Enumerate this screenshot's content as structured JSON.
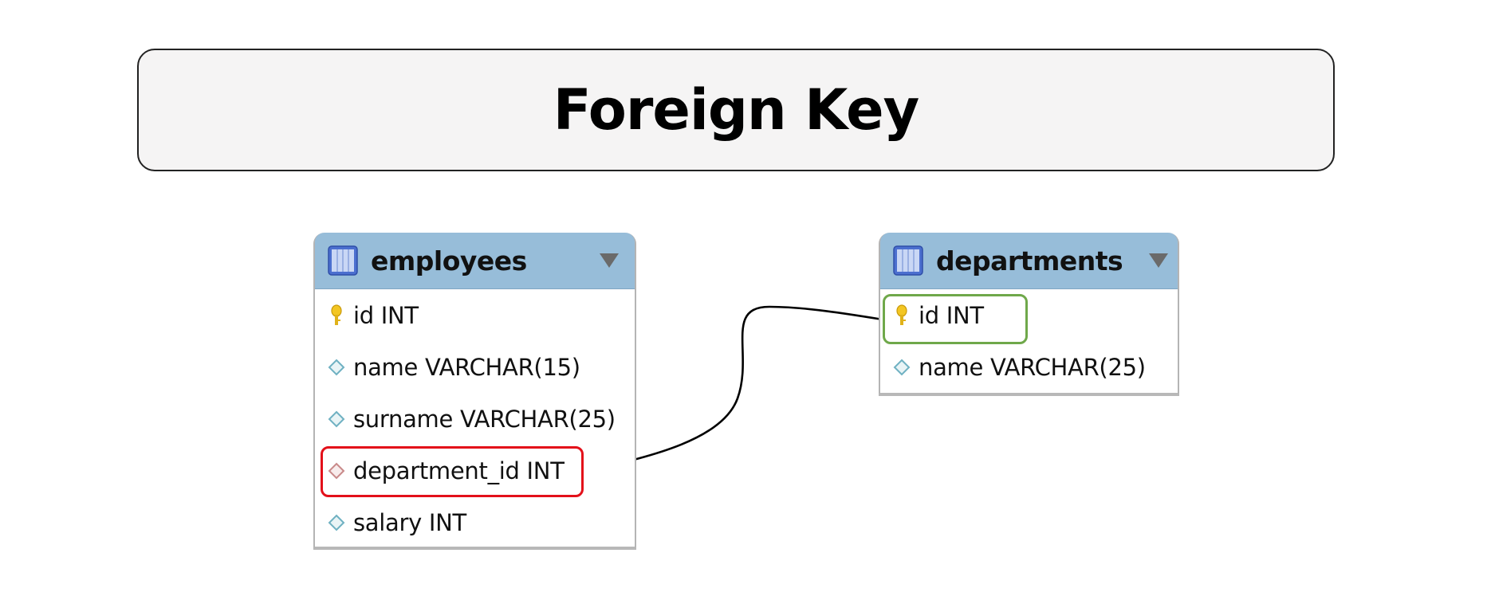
{
  "title": "Foreign Key",
  "colors": {
    "header_bg": "#97bdd9",
    "fk_highlight": "#e3101a",
    "pk_highlight": "#6fa84a",
    "relation_line": "#000000"
  },
  "tables": {
    "employees": {
      "name": "employees",
      "columns": [
        {
          "label": "id INT",
          "icon": "primary-key-icon"
        },
        {
          "label": "name VARCHAR(15)",
          "icon": "column-diamond-icon"
        },
        {
          "label": "surname VARCHAR(25)",
          "icon": "column-diamond-icon"
        },
        {
          "label": "department_id INT",
          "icon": "foreign-key-diamond-icon"
        },
        {
          "label": "salary INT",
          "icon": "column-diamond-icon"
        }
      ]
    },
    "departments": {
      "name": "departments",
      "columns": [
        {
          "label": "id INT",
          "icon": "primary-key-icon"
        },
        {
          "label": "name VARCHAR(25)",
          "icon": "column-diamond-icon"
        }
      ]
    }
  },
  "relationship": {
    "from": "employees.department_id",
    "to": "departments.id"
  }
}
